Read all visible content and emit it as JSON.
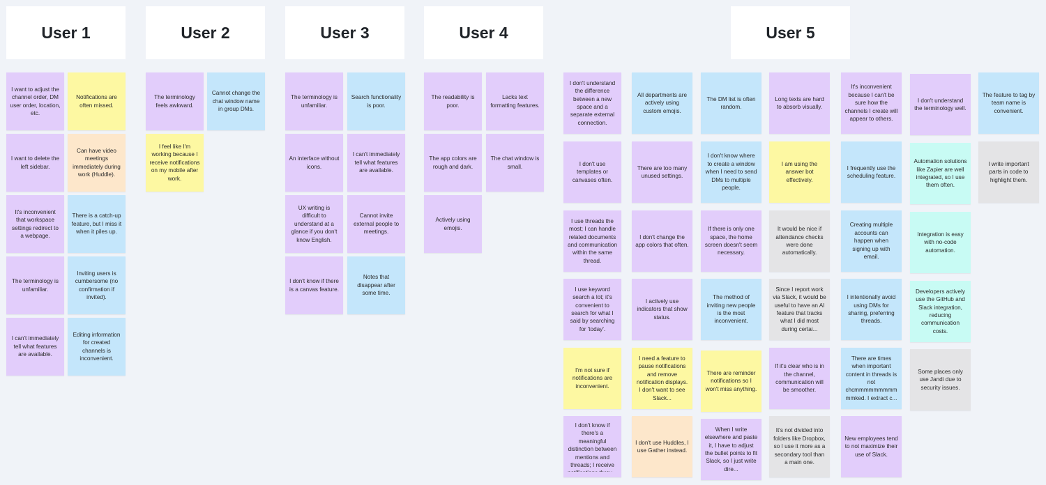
{
  "headers": {
    "user1": "User 1",
    "user2": "User 2",
    "user3": "User 3",
    "user4": "User 4",
    "user5": "User 5"
  },
  "colors": {
    "purple": "#e2cdfb",
    "yellow": "#fdf8a2",
    "peach": "#fde7cb",
    "blue": "#c4e6fb",
    "gray": "#e4e4e6",
    "mint": "#c8fbf4",
    "background": "#f0f3f8"
  },
  "notes": {
    "u1": [
      "I want to adjust the channel order, DM user order, location, etc.",
      "Notifications are often missed.",
      "I want to delete the left sidebar.",
      "Can have video meetings immediately during work (Huddle).",
      "It's inconvenient that workspace settings redirect to a webpage.",
      "There is a catch-up feature, but I miss it when it piles up.",
      "The terminology is unfamiliar.",
      "Inviting users is cumbersome (no confirmation if invited).",
      "I can't immediately tell what features are available.",
      "Editing information for created channels is inconvenient."
    ],
    "u2": [
      "The terminology feels awkward.",
      "Cannot change the chat window name in group DMs.",
      "I feel like I'm working because I receive notifications on my mobile after work."
    ],
    "u3": [
      "The terminology is unfamiliar.",
      "Search functionality is poor.",
      "An interface without icons.",
      "I can't immediately tell what features are available.",
      "UX writing is difficult to understand at a glance if you don't know English.",
      "Cannot invite external people to meetings.",
      "I don't know if there is a canvas feature.",
      "Notes that disappear after some time."
    ],
    "u4": [
      "The readability is poor.",
      "Lacks text formatting features.",
      "The app colors are rough and dark.",
      "The chat window is small.",
      "Actively using emojis."
    ],
    "u5": [
      "I don't understand the difference between a new space and a separate external connection.",
      "I don't use templates or canvases often.",
      "I use threads the most; I can handle related documents and communication within the same thread.",
      "I use keyword search a lot; it's convenient to search for what I said by searching for 'today'.",
      "I'm not sure if notifications are inconvenient.",
      "I don't know if there's a meaningful distinction between mentions and threads; I receive notifications throu...",
      "All departments are actively using custom emojis.",
      "There are too many unused settings.",
      "I don't change the app colors that often.",
      "I actively use indicators that show status.",
      "I need a feature to pause notifications and remove notification displays. I don't want to see Slack...",
      "I don't use Huddles, I use Gather instead.",
      "The DM list is often random.",
      "I don't know where to create a window when I need to send DMs to multiple people.",
      "If there is only one space, the home screen doesn't seem necessary.",
      "The method of inviting new people is the most inconvenient.",
      "There are reminder notifications so I won't miss anything.",
      "When I write elsewhere and paste it, I have to adjust the bullet points to fit Slack, so I just write dire...",
      "Long texts are hard to absorb visually.",
      "I am using the answer bot effectively.",
      "It would be nice if attendance checks were done automatically.",
      "Since I report work via Slack, it would be useful to have an AI feature that tracks what I did most during certai...",
      "If it's clear who is in the channel, communication will be smoother.",
      "It's not divided into folders like Dropbox, so I use it more as a secondary tool than a main one.",
      "It's inconvenient because I can't be sure how the channels I create will appear to others.",
      "I frequently use the scheduling feature.",
      "Creating multiple accounts can happen when signing up with email.",
      "I intentionally avoid using DMs for sharing, preferring threads.",
      "There are times when important content in threads is not chcmmmmmmmmm mmked. I extract c...",
      "New employees tend to not maximize their use of Slack.",
      "I don't understand the terminology well.",
      "Automation solutions like Zapier are well integrated, so I use them often.",
      "Integration is easy with no-code automation.",
      "Developers actively use the GitHub and Slack integration, reducing communication costs.",
      "Some places only use Jandi due to security issues.",
      "The feature to tag by team name is convenient.",
      "I write important parts in code to highlight them."
    ]
  }
}
